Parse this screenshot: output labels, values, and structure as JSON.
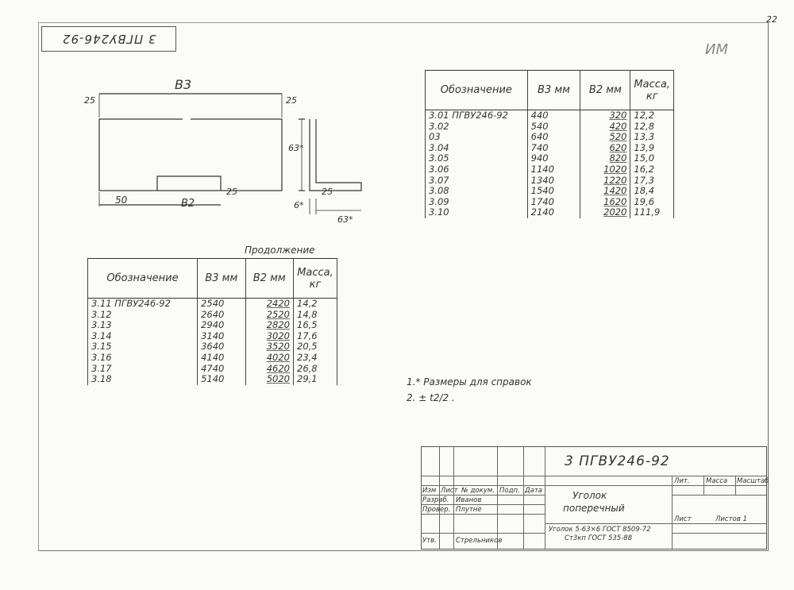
{
  "sheet_number": "22",
  "document_code_stamp": "3 ПГВУ246-92",
  "corner_mark": "ИМ",
  "drawing": {
    "dim_b3": "B3",
    "dim_b2": "B2",
    "dim_25": "25",
    "dim_50": "50",
    "dim_63": "63*",
    "dim_6": "6*",
    "dim_63b": "63*"
  },
  "table1": {
    "headers": [
      "Обозначение",
      "B3 мм",
      "B2 мм",
      "Масса, кг"
    ],
    "rows": [
      [
        "3.01 ПГВУ246-92",
        "440",
        "320",
        "12,2"
      ],
      [
        "3.02",
        "540",
        "420",
        "12,8"
      ],
      [
        "03",
        "640",
        "520",
        "13,3"
      ],
      [
        "3.04",
        "740",
        "620",
        "13,9"
      ],
      [
        "3.05",
        "940",
        "820",
        "15,0"
      ],
      [
        "3.06",
        "1140",
        "1020",
        "16,2"
      ],
      [
        "3.07",
        "1340",
        "1220",
        "17,3"
      ],
      [
        "3.08",
        "1540",
        "1420",
        "18,4"
      ],
      [
        "3.09",
        "1740",
        "1620",
        "19,6"
      ],
      [
        "3.10",
        "2140",
        "2020",
        "111,9"
      ]
    ]
  },
  "table2": {
    "caption": "Продолжение",
    "headers": [
      "Обозначение",
      "B3 мм",
      "B2 мм",
      "Масса, кг"
    ],
    "rows": [
      [
        "3.11 ПГВУ246-92",
        "2540",
        "2420",
        "14,2"
      ],
      [
        "3.12",
        "2640",
        "2520",
        "14,8"
      ],
      [
        "3.13",
        "2940",
        "2820",
        "16,5"
      ],
      [
        "3.14",
        "3140",
        "3020",
        "17,6"
      ],
      [
        "3.15",
        "3640",
        "3520",
        "20,5"
      ],
      [
        "3.16",
        "4140",
        "4020",
        "23,4"
      ],
      [
        "3.17",
        "4740",
        "4620",
        "26,8"
      ],
      [
        "3.18",
        "5140",
        "5020",
        "29,1"
      ]
    ]
  },
  "notes": {
    "n1": "1.* Размеры для справок",
    "n2": "2. ± t2/2 ."
  },
  "title_block": {
    "code": "3 ПГВУ246-92",
    "name_line1": "Уголок",
    "name_line2": "поперечный",
    "material_line1": "Уголок 5-63×6 ГОСТ 8509-72",
    "material_line2": "Ст3кп ГОСТ 535-88",
    "roles": [
      "Изм",
      "Разраб.",
      "Провер.",
      "Утв."
    ],
    "names": [
      "Иванов",
      "Плутне",
      "Стрельников"
    ],
    "col_headers": [
      "Лист",
      "№ докум.",
      "Подп.",
      "Дата"
    ],
    "right_headers": [
      "Лит.",
      "Масса",
      "Масштаб"
    ],
    "sheet_label": "Лист",
    "sheets_label": "Листов 1"
  }
}
